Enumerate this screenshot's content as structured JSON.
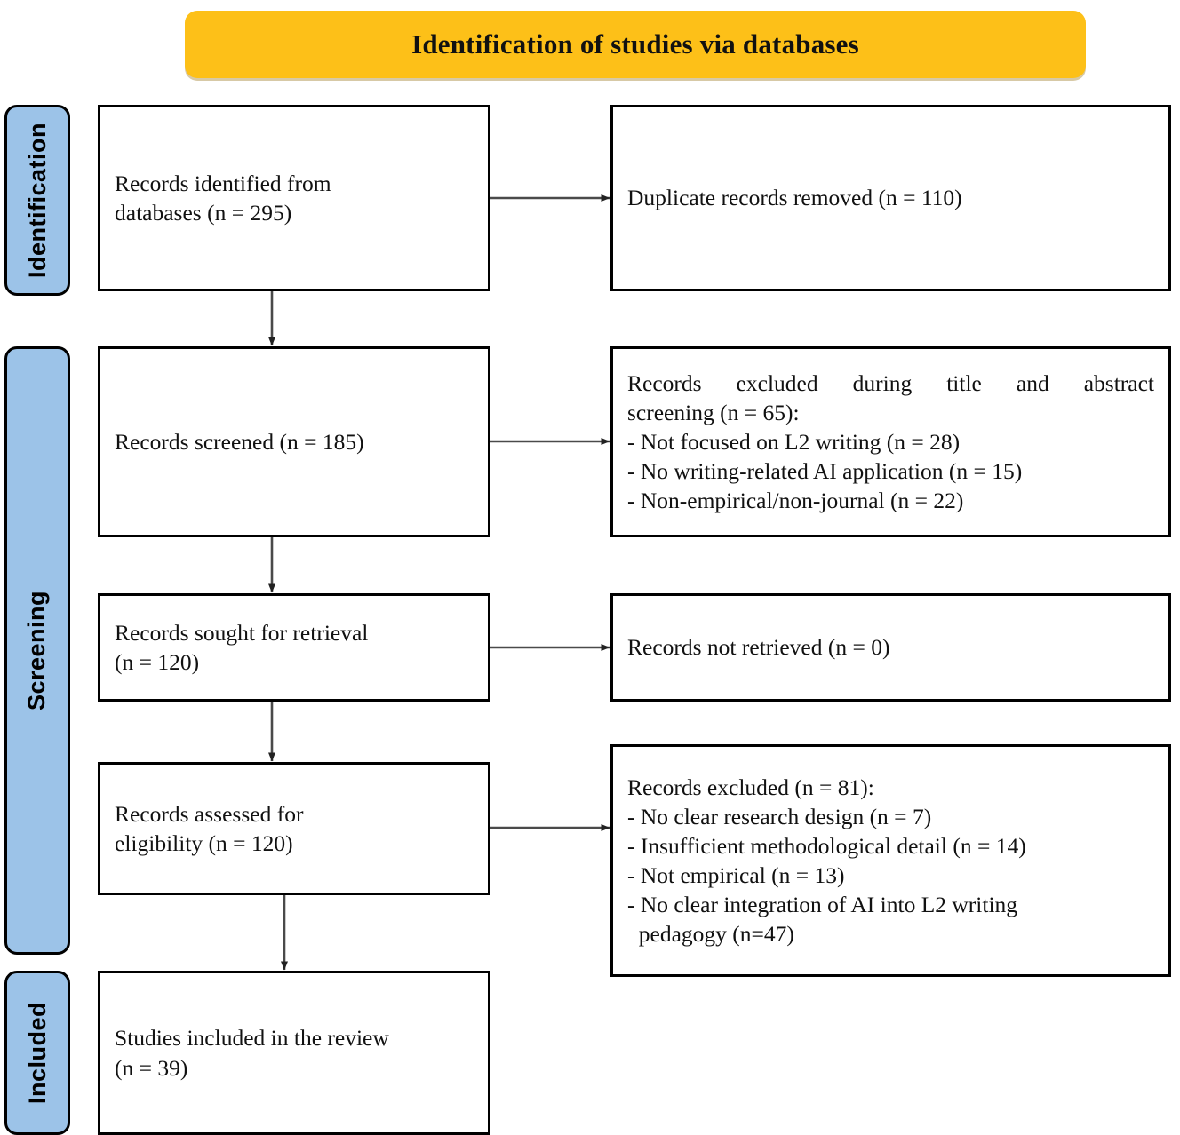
{
  "banner": {
    "title": "Identification of studies via databases",
    "bg_color": "#fdc018"
  },
  "phases": [
    {
      "key": "identification",
      "label": "Identification",
      "bg_color": "#9cc3e8"
    },
    {
      "key": "screening",
      "label": "Screening",
      "bg_color": "#9cc3e8"
    },
    {
      "key": "included",
      "label": "Included",
      "bg_color": "#9cc3e8"
    }
  ],
  "boxes": {
    "identified": {
      "lines": [
        "Records identified from",
        "databases (n = 295)"
      ]
    },
    "duplicates": {
      "lines": [
        "Duplicate records removed (n = 110)"
      ]
    },
    "screened": {
      "lines": [
        "Records screened (n = 185)"
      ]
    },
    "excluded_title_abstract": {
      "lines": [
        "Records excluded during title and abstract",
        "screening (n = 65):",
        "- Not focused on L2 writing (n = 28)",
        "- No writing-related AI application (n = 15)",
        "- Non-empirical/non-journal (n = 22)"
      ]
    },
    "sought": {
      "lines": [
        "Records sought for retrieval",
        "(n = 120)"
      ]
    },
    "not_retrieved": {
      "lines": [
        "Records not retrieved (n = 0)"
      ]
    },
    "assessed": {
      "lines": [
        "Records assessed for",
        "eligibility (n = 120)"
      ]
    },
    "excluded_eligibility": {
      "lines": [
        "Records excluded (n = 81):",
        "- No clear research design (n = 7)",
        "- Insufficient methodological detail (n = 14)",
        "- Not empirical (n = 13)",
        "- No clear integration of AI into L2 writing",
        "  pedagogy (n=47)"
      ]
    },
    "included": {
      "lines": [
        "Studies included in the review",
        "(n = 39)"
      ]
    }
  },
  "chart_data": {
    "type": "diagram",
    "title": "Identification of studies via databases",
    "diagram_kind": "PRISMA flow diagram",
    "phases": [
      "Identification",
      "Screening",
      "Included"
    ],
    "nodes": [
      {
        "id": "identified",
        "phase": "Identification",
        "label": "Records identified from databases",
        "n": 295
      },
      {
        "id": "duplicates",
        "phase": "Identification",
        "label": "Duplicate records removed",
        "n": 110
      },
      {
        "id": "screened",
        "phase": "Screening",
        "label": "Records screened",
        "n": 185
      },
      {
        "id": "excluded_title_abstract",
        "phase": "Screening",
        "label": "Records excluded during title and abstract screening",
        "n": 65
      },
      {
        "id": "sought",
        "phase": "Screening",
        "label": "Records sought for retrieval",
        "n": 120
      },
      {
        "id": "not_retrieved",
        "phase": "Screening",
        "label": "Records not retrieved",
        "n": 0
      },
      {
        "id": "assessed",
        "phase": "Screening",
        "label": "Records assessed for eligibility",
        "n": 120
      },
      {
        "id": "excluded_eligibility",
        "phase": "Screening",
        "label": "Records excluded",
        "n": 81
      },
      {
        "id": "included",
        "phase": "Included",
        "label": "Studies included in the review",
        "n": 39
      }
    ],
    "exclusion_breakdowns": {
      "excluded_title_abstract": [
        {
          "reason": "Not focused on L2 writing",
          "n": 28
        },
        {
          "reason": "No writing-related AI application",
          "n": 15
        },
        {
          "reason": "Non-empirical/non-journal",
          "n": 22
        }
      ],
      "excluded_eligibility": [
        {
          "reason": "No clear research design",
          "n": 7
        },
        {
          "reason": "Insufficient methodological detail",
          "n": 14
        },
        {
          "reason": "Not empirical",
          "n": 13
        },
        {
          "reason": "No clear integration of AI into L2 writing pedagogy",
          "n": 47
        }
      ]
    },
    "edges": [
      {
        "from": "identified",
        "to": "duplicates",
        "direction": "right"
      },
      {
        "from": "identified",
        "to": "screened",
        "direction": "down"
      },
      {
        "from": "screened",
        "to": "excluded_title_abstract",
        "direction": "right"
      },
      {
        "from": "screened",
        "to": "sought",
        "direction": "down"
      },
      {
        "from": "sought",
        "to": "not_retrieved",
        "direction": "right"
      },
      {
        "from": "sought",
        "to": "assessed",
        "direction": "down"
      },
      {
        "from": "assessed",
        "to": "excluded_eligibility",
        "direction": "right"
      },
      {
        "from": "assessed",
        "to": "included",
        "direction": "down"
      }
    ]
  }
}
